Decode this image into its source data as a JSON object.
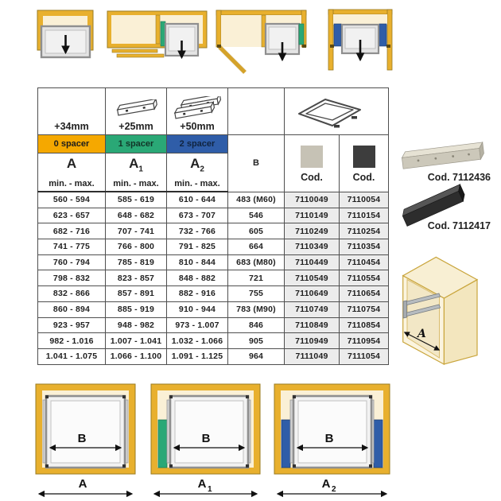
{
  "colors": {
    "spacer0": "#F5A800",
    "spacer1": "#2AA876",
    "spacer2": "#2F5DA8",
    "cabinet_yellow": "#E8B02E",
    "cabinet_cream": "#FAF0D6",
    "swatch_light": "#C6C2B5",
    "swatch_dark": "#3D3D3D"
  },
  "table": {
    "columns": [
      {
        "delta": "+34mm",
        "spacer_label": "0 spacer",
        "dim": "A",
        "dim_sub": "",
        "minmax": "min. - max."
      },
      {
        "delta": "+25mm",
        "spacer_label": "1 spacer",
        "dim": "A",
        "dim_sub": "1",
        "minmax": "min. - max."
      },
      {
        "delta": "+50mm",
        "spacer_label": "2 spacer",
        "dim": "A",
        "dim_sub": "2",
        "minmax": "min. - max."
      }
    ],
    "b_header": "B",
    "cod_headers": [
      {
        "label": "Cod.",
        "swatch": "#C6C2B5"
      },
      {
        "label": "Cod.",
        "swatch": "#3D3D3D"
      }
    ],
    "rows": [
      {
        "a": "560 - 594",
        "a1": "585 - 619",
        "a2": "610 - 644",
        "b": "483 (M60)",
        "cod1": "7110049",
        "cod2": "7110054"
      },
      {
        "a": "623 - 657",
        "a1": "648 - 682",
        "a2": "673 - 707",
        "b": "546",
        "cod1": "7110149",
        "cod2": "7110154"
      },
      {
        "a": "682 - 716",
        "a1": "707 - 741",
        "a2": "732 - 766",
        "b": "605",
        "cod1": "7110249",
        "cod2": "7110254"
      },
      {
        "a": "741 - 775",
        "a1": "766 - 800",
        "a2": "791 - 825",
        "b": "664",
        "cod1": "7110349",
        "cod2": "7110354"
      },
      {
        "a": "760 - 794",
        "a1": "785 - 819",
        "a2": "810 - 844",
        "b": "683 (M80)",
        "cod1": "7110449",
        "cod2": "7110454"
      },
      {
        "a": "798 - 832",
        "a1": "823 - 857",
        "a2": "848 - 882",
        "b": "721",
        "cod1": "7110549",
        "cod2": "7110554"
      },
      {
        "a": "832 - 866",
        "a1": "857 - 891",
        "a2": "882 - 916",
        "b": "755",
        "cod1": "7110649",
        "cod2": "7110654"
      },
      {
        "a": "860 - 894",
        "a1": "885 - 919",
        "a2": "910 - 944",
        "b": "783 (M90)",
        "cod1": "7110749",
        "cod2": "7110754"
      },
      {
        "a": "923 - 957",
        "a1": "948 - 982",
        "a2": "973 - 1.007",
        "b": "846",
        "cod1": "7110849",
        "cod2": "7110854"
      },
      {
        "a": "982 - 1.016",
        "a1": "1.007 - 1.041",
        "a2": "1.032 - 1.066",
        "b": "905",
        "cod1": "7110949",
        "cod2": "7110954"
      },
      {
        "a": "1.041 - 1.075",
        "a1": "1.066 - 1.100",
        "a2": "1.091 - 1.125",
        "b": "964",
        "cod1": "7111049",
        "cod2": "7111054"
      }
    ]
  },
  "side_products": [
    {
      "label": "Cod. 7112436"
    },
    {
      "label": "Cod. 7112417"
    }
  ],
  "cabinet_3d": {
    "dim_label": "A"
  },
  "bottom_diagrams": [
    {
      "inner_dim": "B",
      "outer_dim": "A",
      "outer_sub": ""
    },
    {
      "inner_dim": "B",
      "outer_dim": "A",
      "outer_sub": "1"
    },
    {
      "inner_dim": "B",
      "outer_dim": "A",
      "outer_sub": "2"
    }
  ]
}
